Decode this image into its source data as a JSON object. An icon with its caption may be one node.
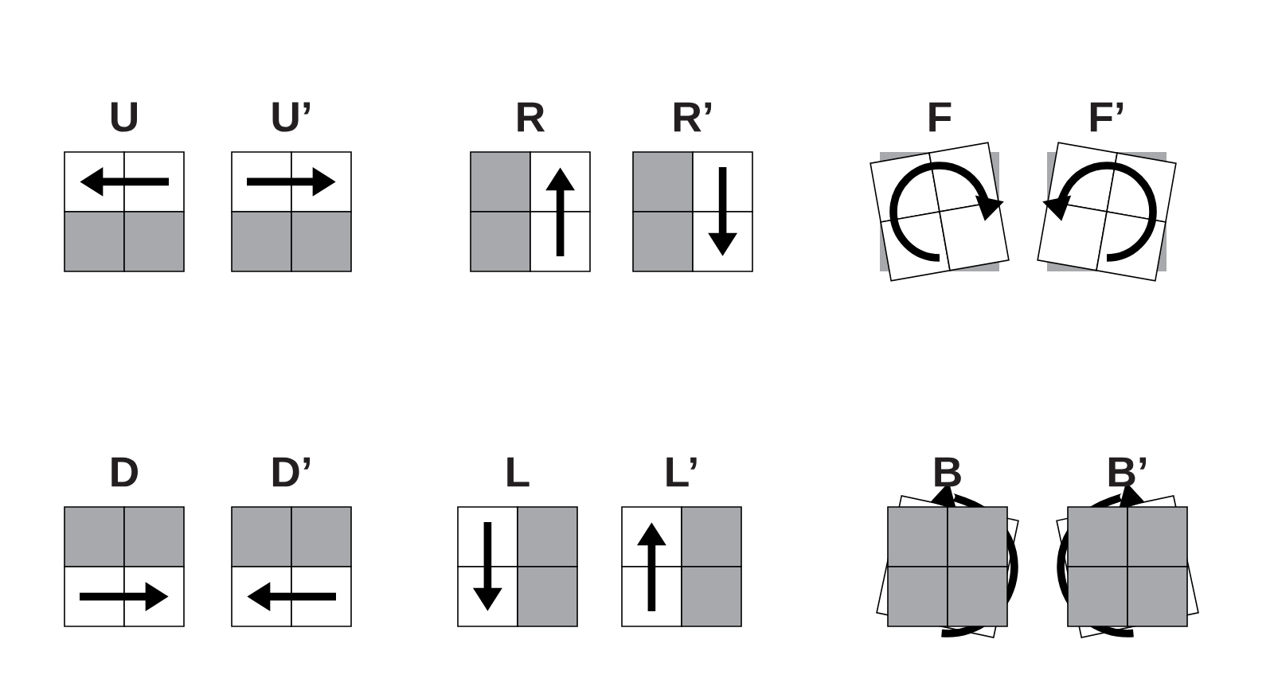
{
  "diagram": {
    "nodes": [
      {
        "text": [
          "U"
        ]
      },
      {
        "text": [
          "U’"
        ]
      },
      {
        "text": [
          "R"
        ]
      },
      {
        "text": [
          "R’"
        ]
      },
      {
        "text": [
          "F"
        ]
      },
      {
        "text": [
          "F’"
        ]
      },
      {
        "text": [
          "D"
        ]
      },
      {
        "text": [
          "D’"
        ]
      },
      {
        "text": [
          "L"
        ]
      },
      {
        "text": [
          "L’"
        ]
      },
      {
        "text": [
          "B"
        ]
      },
      {
        "text": [
          "B’"
        ]
      }
    ]
  }
}
